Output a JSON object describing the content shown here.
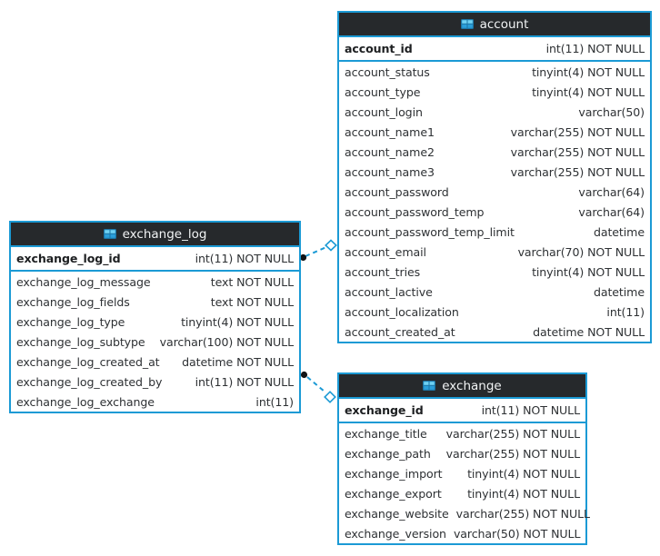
{
  "colors": {
    "accent_blue": "#1b9ad5",
    "table_header_bg": "#26292c",
    "table_header_text": "#f2f4f5",
    "row_text": "#2e3134",
    "background": "#ffffff",
    "connector_dot": "#121416"
  },
  "tables": [
    {
      "title": "account",
      "columns": [
        {
          "name": "account_id",
          "type": "int(11) NOT NULL",
          "key": true
        },
        {
          "name": "account_status",
          "type": "tinyint(4) NOT NULL"
        },
        {
          "name": "account_type",
          "type": "tinyint(4) NOT NULL"
        },
        {
          "name": "account_login",
          "type": "varchar(50)"
        },
        {
          "name": "account_name1",
          "type": "varchar(255) NOT NULL"
        },
        {
          "name": "account_name2",
          "type": "varchar(255) NOT NULL"
        },
        {
          "name": "account_name3",
          "type": "varchar(255) NOT NULL"
        },
        {
          "name": "account_password",
          "type": "varchar(64)"
        },
        {
          "name": "account_password_temp",
          "type": "varchar(64)"
        },
        {
          "name": "account_password_temp_limit",
          "type": "datetime"
        },
        {
          "name": "account_email",
          "type": "varchar(70) NOT NULL"
        },
        {
          "name": "account_tries",
          "type": "tinyint(4) NOT NULL"
        },
        {
          "name": "account_lactive",
          "type": "datetime"
        },
        {
          "name": "account_localization",
          "type": "int(11)"
        },
        {
          "name": "account_created_at",
          "type": "datetime NOT NULL"
        }
      ]
    },
    {
      "title": "exchange_log",
      "columns": [
        {
          "name": "exchange_log_id",
          "type": "int(11) NOT NULL",
          "key": true
        },
        {
          "name": "exchange_log_message",
          "type": "text NOT NULL"
        },
        {
          "name": "exchange_log_fields",
          "type": "text NOT NULL"
        },
        {
          "name": "exchange_log_type",
          "type": "tinyint(4) NOT NULL"
        },
        {
          "name": "exchange_log_subtype",
          "type": "varchar(100) NOT NULL"
        },
        {
          "name": "exchange_log_created_at",
          "type": "datetime NOT NULL"
        },
        {
          "name": "exchange_log_created_by",
          "type": "int(11) NOT NULL"
        },
        {
          "name": "exchange_log_exchange",
          "type": "int(11)"
        }
      ]
    },
    {
      "title": "exchange",
      "columns": [
        {
          "name": "exchange_id",
          "type": "int(11) NOT NULL",
          "key": true
        },
        {
          "name": "exchange_title",
          "type": "varchar(255) NOT NULL"
        },
        {
          "name": "exchange_path",
          "type": "varchar(255) NOT NULL"
        },
        {
          "name": "exchange_import",
          "type": "tinyint(4) NOT NULL"
        },
        {
          "name": "exchange_export",
          "type": "tinyint(4) NOT NULL"
        },
        {
          "name": "exchange_website",
          "type": "varchar(255) NOT NULL"
        },
        {
          "name": "exchange_version",
          "type": "varchar(50) NOT NULL"
        }
      ]
    }
  ],
  "relationships": [
    {
      "from": "exchange_log",
      "to": "account"
    },
    {
      "from": "exchange_log",
      "to": "exchange"
    }
  ]
}
